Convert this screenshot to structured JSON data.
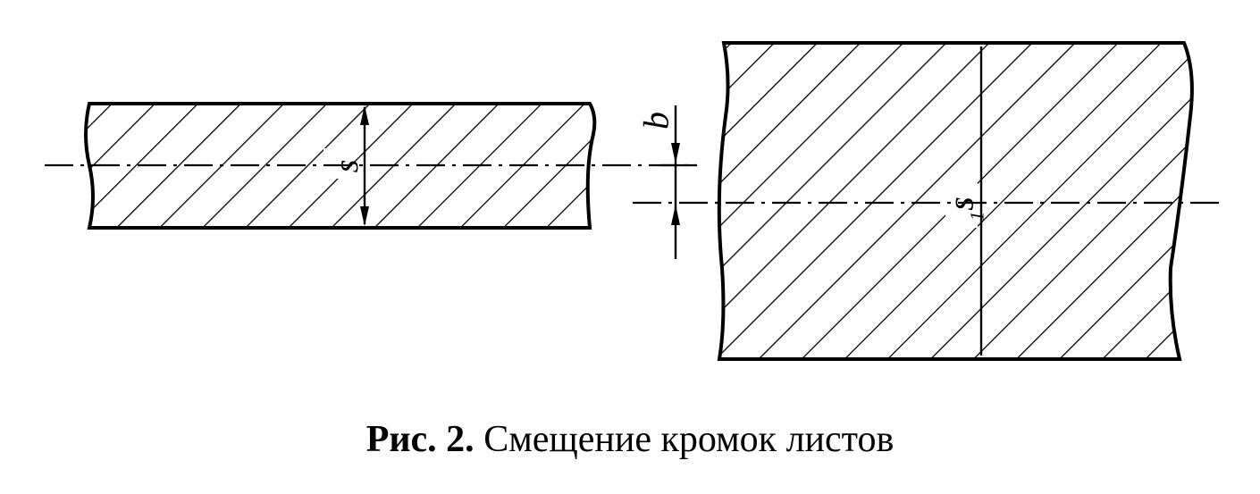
{
  "labels": {
    "thickness_thin": "s",
    "offset": "b",
    "thickness_thick": "s",
    "thickness_thick_subscript": "1"
  },
  "caption": {
    "number": "Рис. 2.",
    "text": " Смещение кромок листов"
  },
  "colors": {
    "stroke": "#000000",
    "background": "#ffffff"
  }
}
